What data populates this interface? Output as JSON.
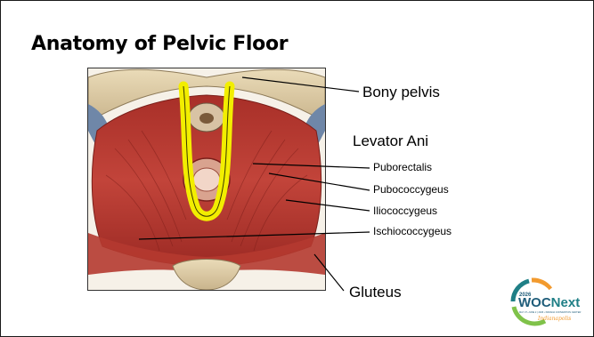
{
  "slide": {
    "title": "Anatomy of Pelvic Floor",
    "labels": {
      "bony_pelvis": "Bony pelvis",
      "levator_ani": "Levator Ani",
      "puborectalis": "Puborectalis",
      "pubococcygeus": "Pubococcygeus",
      "iliococcygeus": "Iliococcygeus",
      "ischiococcygeus": "Ischiococcygeus",
      "gluteus": "Gluteus"
    }
  },
  "logo": {
    "year": "2026",
    "name_part1": "WOC",
    "name_part2": "Next",
    "line1": "MAY 27–JUNE 2 | 2026 • INDIANA CONVENTION CENTER",
    "city": "Indianapolis"
  },
  "colors": {
    "muscle_red": "#b8372e",
    "muscle_dark": "#8e2520",
    "bone": "#e2cfa8",
    "puborectalis_sling": "#f2ee00",
    "logo_teal": "#1f7f86",
    "logo_orange": "#f29a2e",
    "logo_green": "#7fc24a"
  }
}
